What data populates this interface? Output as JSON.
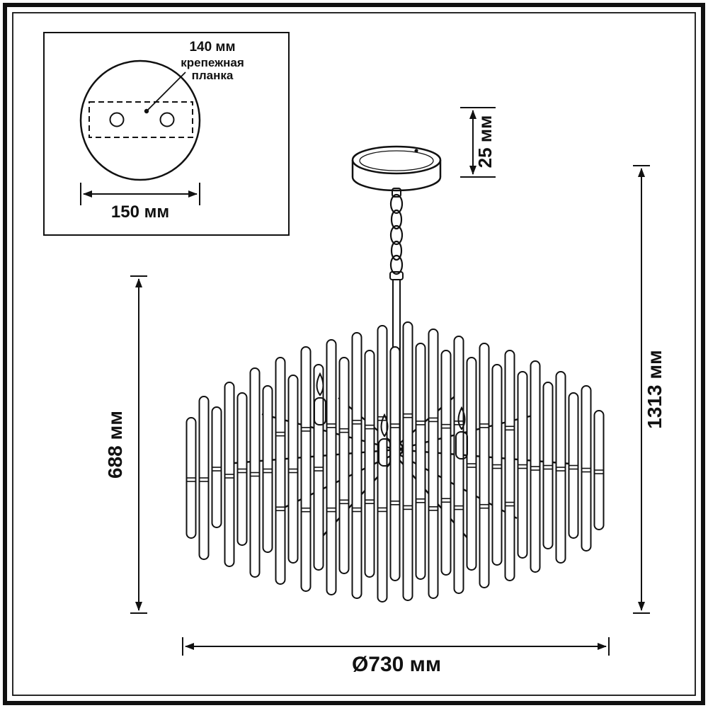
{
  "meta": {
    "description": "Chandelier technical dimension drawing",
    "ink_color": "#111111",
    "background_color": "#ffffff"
  },
  "inset": {
    "dim_140": "140 мм",
    "bracket_label_line1": "крепежная",
    "bracket_label_line2": "планка",
    "dim_150": "150 мм"
  },
  "dimensions": {
    "canopy_height": "25 мм",
    "fixture_height": "688 мм",
    "total_height": "1313 мм",
    "diameter": "Ø730 мм"
  }
}
